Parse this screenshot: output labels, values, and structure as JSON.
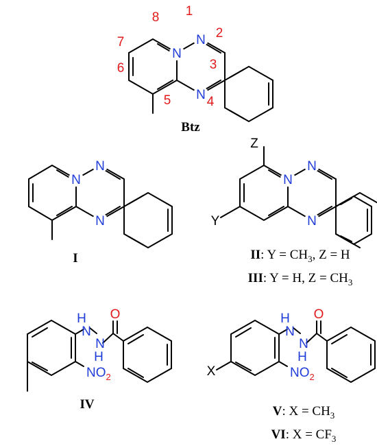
{
  "colors": {
    "nitrogen": "#1f3cd8",
    "locant": "#e31a1c",
    "bond": "#000000"
  },
  "atoms": {
    "N": "N",
    "H": "H",
    "O": "O",
    "Z": "Z",
    "Y": "Y",
    "X": "X",
    "NO": "NO",
    "two": "2"
  },
  "locants": [
    "1",
    "2",
    "3",
    "4",
    "5",
    "6",
    "7",
    "8"
  ],
  "labels": {
    "btz": "Btz",
    "i": "I",
    "iv": "IV",
    "ii": {
      "id": "II",
      "text": ": Y = CH",
      "sub": "3",
      "tail": ", Z = H"
    },
    "iii": {
      "id": "III",
      "text": ": Y = H, Z = CH",
      "sub": "3"
    },
    "v": {
      "id": "V",
      "text": ": X = CH",
      "sub": "3"
    },
    "vi": {
      "id": "VI",
      "text": ": X = CF",
      "sub": "3"
    }
  }
}
